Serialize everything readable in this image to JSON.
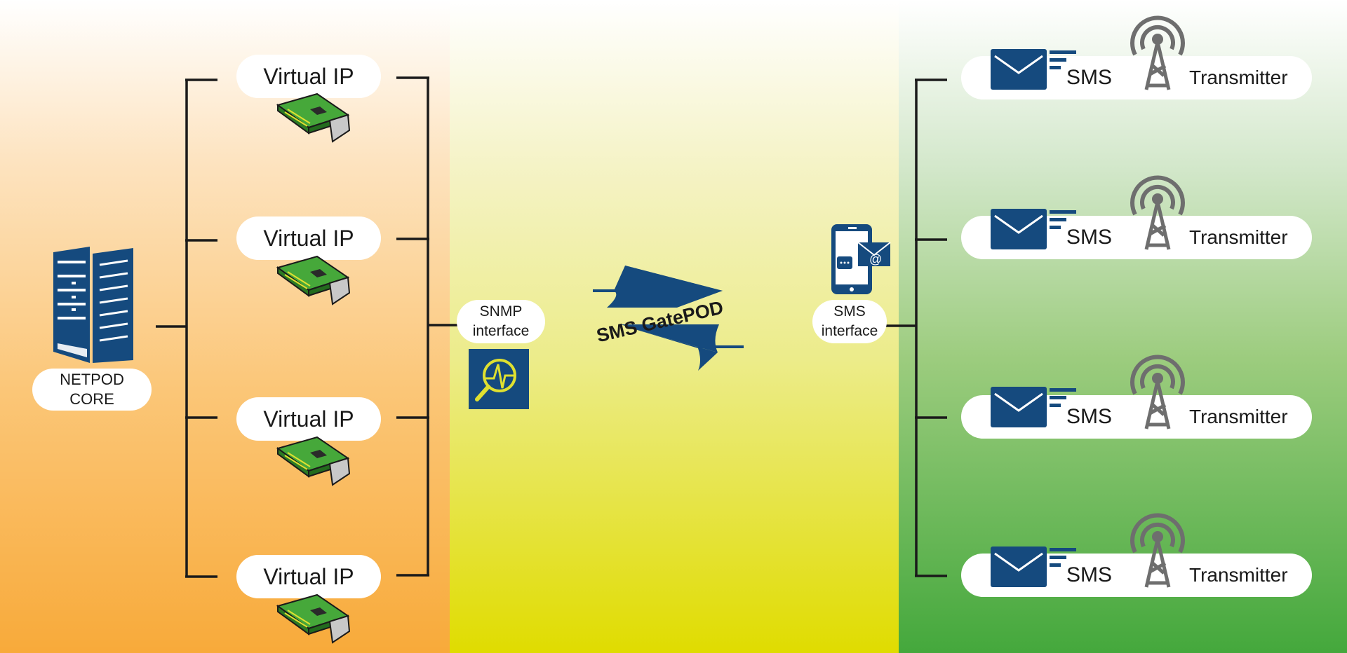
{
  "colors": {
    "dark_blue": "#154a7e",
    "line": "#1a1a1a",
    "card_green": "#46a83a",
    "chip_yellow": "#dfe030",
    "tower_gray": "#6e6e6e"
  },
  "core": {
    "label_line1": "NETPOD",
    "label_line2": "CORE",
    "icon": "server-rack-icon"
  },
  "virtual_ips": [
    {
      "label": "Virtual IP",
      "icon": "network-card-icon"
    },
    {
      "label": "Virtual IP",
      "icon": "network-card-icon"
    },
    {
      "label": "Virtual IP",
      "icon": "network-card-icon"
    },
    {
      "label": "Virtual IP",
      "icon": "network-card-icon"
    }
  ],
  "snmp": {
    "line1": "SNMP",
    "line2": "interface",
    "icon": "snmp-monitor-icon"
  },
  "gateway": {
    "label": "SMS GatePOD",
    "icon": "gatepod-logo"
  },
  "sms_interface": {
    "line1": "SMS",
    "line2": "interface",
    "icon": "phone-email-icon"
  },
  "transmitters": [
    {
      "sms_label": "SMS",
      "tx_label": "Transmitter"
    },
    {
      "sms_label": "SMS",
      "tx_label": "Transmitter"
    },
    {
      "sms_label": "SMS",
      "tx_label": "Transmitter"
    },
    {
      "sms_label": "SMS",
      "tx_label": "Transmitter"
    }
  ]
}
